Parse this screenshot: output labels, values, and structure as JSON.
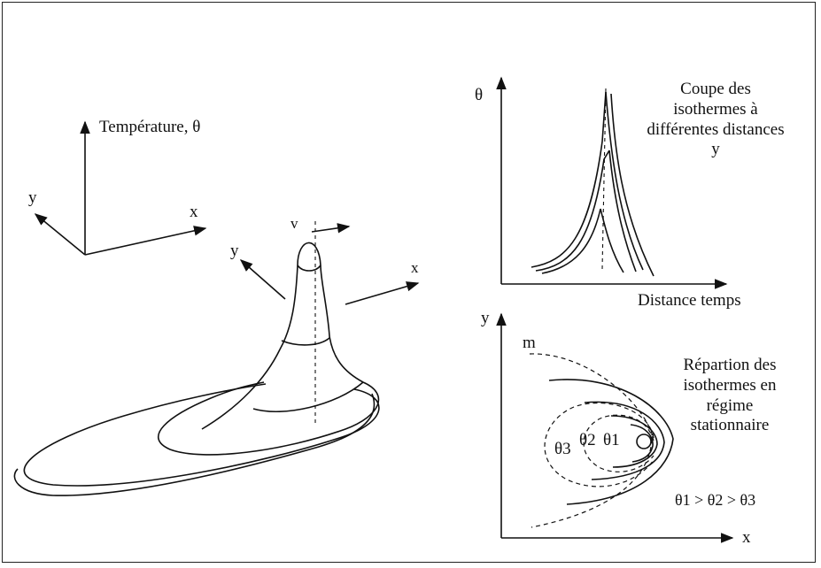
{
  "left_axes": {
    "vertical_label": "Température, θ",
    "x_label": "x",
    "y_label": "y"
  },
  "surface_axes": {
    "velocity_label": "v",
    "x_label": "x",
    "y_label": "y"
  },
  "top_graph": {
    "y_axis_label": "θ",
    "x_axis_label": "Distance temps",
    "caption": "Coupe des isothermes à différentes distances y"
  },
  "bottom_graph": {
    "y_axis_label": "y",
    "x_axis_label": "x",
    "curve_label": "m",
    "caption": "Répartion des isothermes en régime stationnaire",
    "theta_labels": [
      "θ3",
      "θ2",
      "θ1"
    ],
    "relation": "θ1 > θ2 > θ3"
  },
  "colors": {
    "ink": "#111111",
    "background": "#ffffff"
  }
}
